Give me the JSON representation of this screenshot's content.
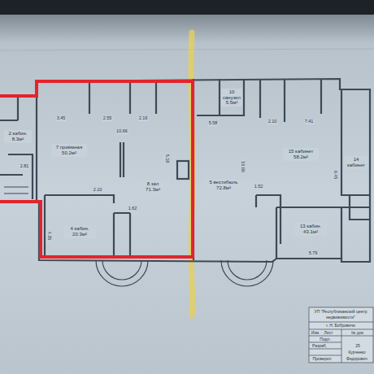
{
  "diagram": {
    "nodes": [
      {
        "text": [
          "2 кабин. 8.3м²"
        ]
      },
      {
        "text": [
          "7 приёмная 50.2м²"
        ]
      },
      {
        "text": [
          "8 зал 71.3м²"
        ]
      },
      {
        "text": [
          "4 кабин. 20.3м²"
        ]
      },
      {
        "text": [
          "10 санузел 5.5м²"
        ]
      },
      {
        "text": [
          "5 вестибюль 72.8м²"
        ]
      },
      {
        "text": [
          "15 кабинет 58.2м²"
        ]
      },
      {
        "text": [
          "14 кабинет"
        ]
      },
      {
        "text": [
          "13 кабин. 43.1м²"
        ]
      }
    ],
    "labels": [
      "3.45",
      "2.55",
      "10.66",
      "2.19",
      "5.18",
      "2.10",
      "1.62",
      "4.35",
      "5.58",
      "10.00",
      "2.10",
      "7.41",
      "6.45",
      "1.52",
      "5.79",
      "2.81",
      "УП \"Республиканский центр",
      "недвижимости\"",
      "г. Н. Бобровичи",
      "Изм.",
      "Лист",
      "№ док.",
      "Подп.",
      "25",
      "Разраб.",
      "Курченко",
      "Проверил",
      "Федорович"
    ]
  }
}
